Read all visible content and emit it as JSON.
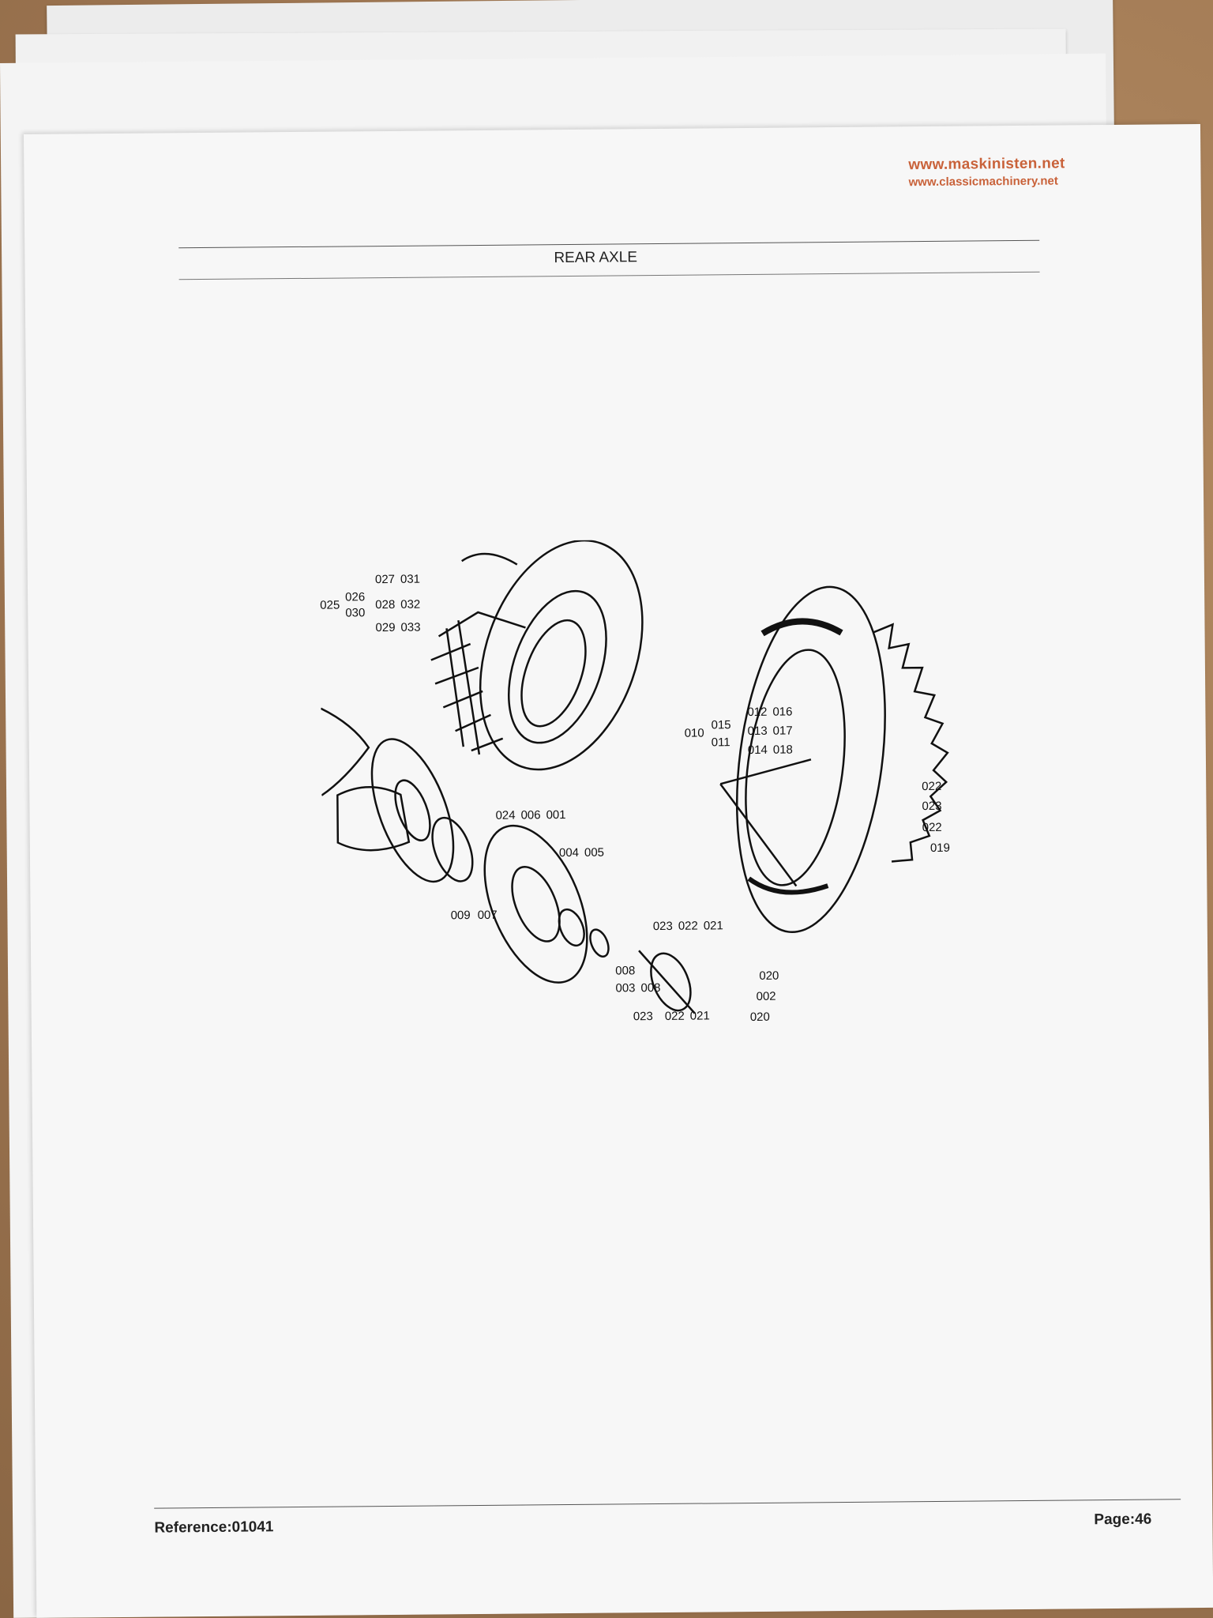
{
  "header": {
    "website_primary": "www.maskinisten.net",
    "website_secondary": "www.classicmachinery.net",
    "title": "REAR AXLE"
  },
  "diagram": {
    "callouts": {
      "c025": "025",
      "c026": "026",
      "c030": "030",
      "c027": "027",
      "c031": "031",
      "c028": "028",
      "c032": "032",
      "c029": "029",
      "c033": "033",
      "c010": "010",
      "c015": "015",
      "c011": "011",
      "c012": "012",
      "c016": "016",
      "c013": "013",
      "c017": "017",
      "c014": "014",
      "c018": "018",
      "c022a": "022",
      "c023a": "023",
      "c022b": "022",
      "c019": "019",
      "c024": "024",
      "c006": "006",
      "c001": "001",
      "c004": "004",
      "c005": "005",
      "c009": "009",
      "c007": "007",
      "c023b": "023",
      "c022c": "022",
      "c021a": "021",
      "c008a": "008",
      "c003": "003",
      "c008b": "008",
      "c020a": "020",
      "c002": "002",
      "c020b": "020",
      "c023c": "023",
      "c022d": "022",
      "c021b": "021"
    }
  },
  "footer": {
    "reference": "Reference:01041",
    "page": "Page:46"
  }
}
